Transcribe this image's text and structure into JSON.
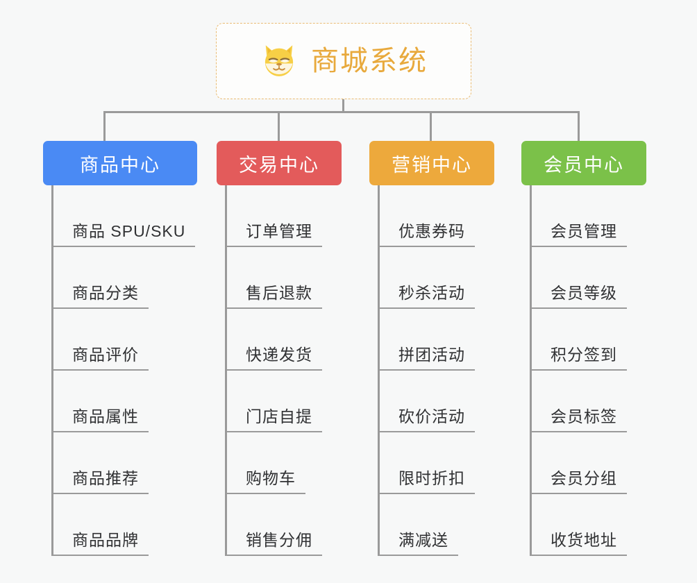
{
  "page": {
    "background": "#f7f8f8",
    "connector_color": "#9a9a9a"
  },
  "root": {
    "title": "商城系统",
    "icon": "shiba-dog-face-icon",
    "border_color": "#e9bb72",
    "text_color": "#e8a93c",
    "background": "#fdfdfc"
  },
  "columns": [
    {
      "id": "product-center",
      "label": "商品中心",
      "color": "#4a8af4",
      "items": [
        "商品 SPU/SKU",
        "商品分类",
        "商品评价",
        "商品属性",
        "商品推荐",
        "商品品牌"
      ]
    },
    {
      "id": "trade-center",
      "label": "交易中心",
      "color": "#e35b5b",
      "items": [
        "订单管理",
        "售后退款",
        "快递发货",
        "门店自提",
        "购物车",
        "销售分佣"
      ]
    },
    {
      "id": "marketing-center",
      "label": "营销中心",
      "color": "#eda93c",
      "items": [
        "优惠券码",
        "秒杀活动",
        "拼团活动",
        "砍价活动",
        "限时折扣",
        "满减送"
      ]
    },
    {
      "id": "member-center",
      "label": "会员中心",
      "color": "#7bc149",
      "items": [
        "会员管理",
        "会员等级",
        "积分签到",
        "会员标签",
        "会员分组",
        "收货地址"
      ]
    }
  ]
}
